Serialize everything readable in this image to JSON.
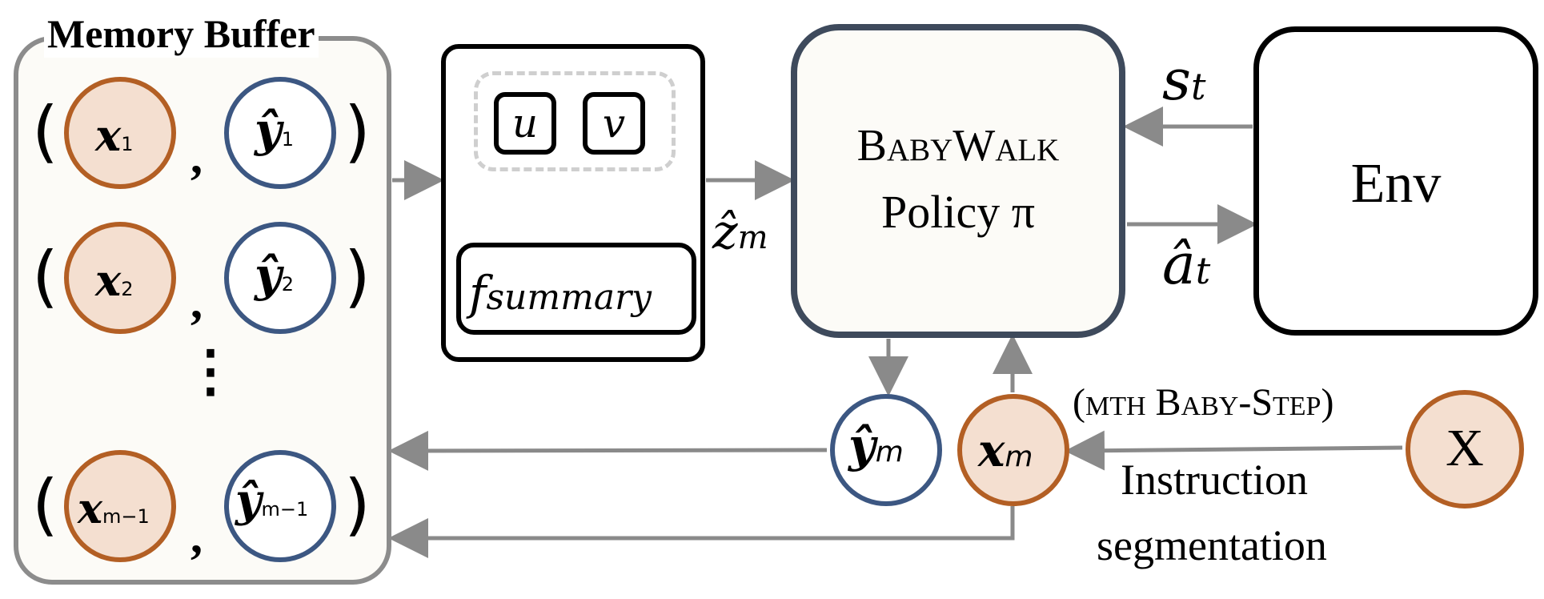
{
  "memory_buffer": {
    "title": "Memory Buffer",
    "rows": [
      {
        "x_base": "x",
        "x_sub": "1",
        "y_base": "ŷ",
        "y_sub": "1"
      },
      {
        "x_base": "x",
        "x_sub": "2",
        "y_base": "ŷ",
        "y_sub": "2"
      },
      {
        "x_base": "x",
        "x_sub": "m−1",
        "y_base": "ŷ",
        "y_sub": "m−1"
      }
    ],
    "ellipsis": "⋮",
    "open_paren": "(",
    "close_paren": ")",
    "comma": ","
  },
  "summary": {
    "u_label": "u",
    "v_label": "v",
    "f_base": "f",
    "f_sub": "summary"
  },
  "policy": {
    "line1": "BabyWalk",
    "line2": "Policy π"
  },
  "env": {
    "label": "Env"
  },
  "edges": {
    "z_base": "ẑ",
    "z_sub": "m",
    "s_base": "s",
    "s_sub": "t",
    "a_base": "â",
    "a_sub": "t"
  },
  "nodes": {
    "y_m_base": "ŷ",
    "y_m_sub": "m",
    "x_m_base": "x",
    "x_m_sub": "m",
    "X_label": "X"
  },
  "captions": {
    "baby_step": "(mth Baby-Step)",
    "segmentation_line1": "Instruction",
    "segmentation_line2": "segmentation"
  },
  "colors": {
    "x_border": "#b35f24",
    "x_fill": "#f4dfd0",
    "y_border": "#3c5782",
    "arrow": "#8a8a8a"
  }
}
